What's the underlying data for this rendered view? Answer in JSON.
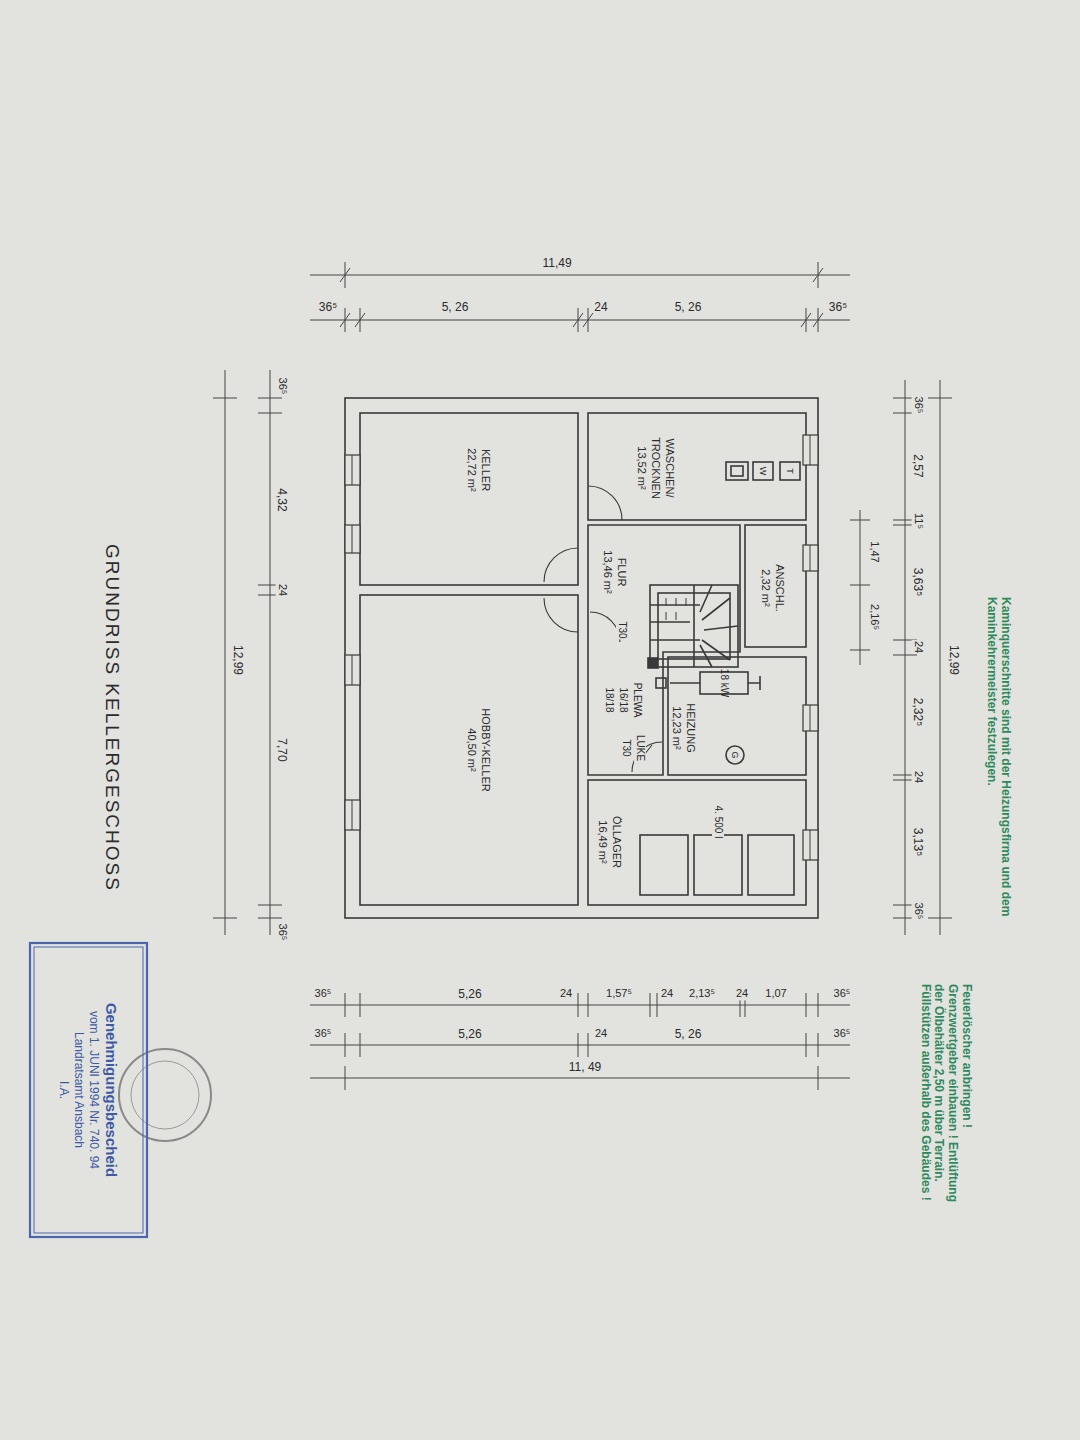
{
  "diagram": {
    "title": "GRUNDRISS KELLERGESCHOSS",
    "nodes": [
      {
        "text": [
          "WASCHEN/ TROCKNEN",
          "13,52 m²"
        ]
      },
      {
        "text": [
          "KELLER",
          "22,72 m²"
        ]
      },
      {
        "text": [
          "FLUR",
          "13,46 m²"
        ]
      },
      {
        "text": [
          "ANSCHL.",
          "2,32 m²"
        ]
      },
      {
        "text": [
          "HEIZUNG",
          "12,23 m²"
        ]
      },
      {
        "text": [
          "HOBBY-KELLER",
          "40,50 m²"
        ]
      },
      {
        "text": [
          "ÖLLAGER",
          "16,49 m²"
        ]
      },
      {
        "text": [
          "Genehmigungsbescheid",
          "vom 1. JUNI 1994 Nr. 740. 94",
          "Landratsamt Ansbach",
          "I.A."
        ]
      }
    ],
    "labels": [
      "11,49",
      "36⁵",
      "5, 26",
      "24",
      "5, 26",
      "36⁵",
      "12,99",
      "36⁵",
      "2,57",
      "11⁵",
      "3,63⁵",
      "24",
      "2,32⁵",
      "24",
      "3,13⁵",
      "36⁵",
      "1,47",
      "2,16⁵",
      "36⁵",
      "4,32",
      "24",
      "7,70",
      "36⁵",
      "12,99",
      "36⁵",
      "5,26",
      "24",
      "1,57⁵",
      "24",
      "2,13⁵",
      "24",
      "1,07",
      "36⁵",
      "36⁵",
      "5,26",
      "24",
      "5, 26",
      "36⁵",
      "11, 49",
      "T",
      "W",
      "T30",
      "PLEWA",
      "16/18",
      "18/18",
      "LUKE",
      "T30",
      "18 kW",
      "G",
      "4. 500 l",
      "Kaminquerschnitte sind mit der Heizungsfirma und dem Kaminkehrermeister festzulegen.",
      "Feuerlöscher anbringen ! Grenzwertgeber einbauen ! Entlüftung der Ölbehälter 2,50 m über Terrain. Füllstützen außerhalb des Gebäudes !"
    ]
  }
}
